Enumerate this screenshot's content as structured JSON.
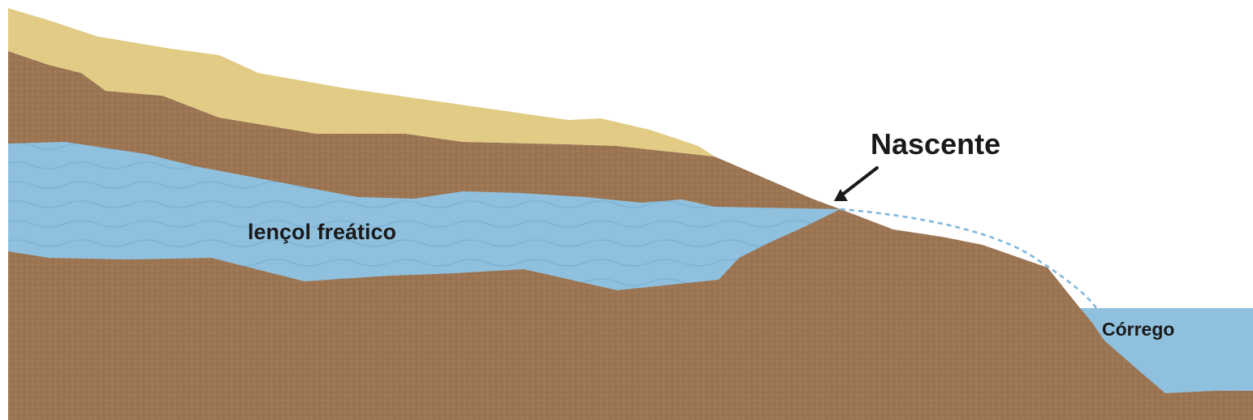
{
  "labels": {
    "nascente": "Nascente",
    "lencol": "lençol freático",
    "corrego": "Córrego"
  },
  "colors": {
    "soil": "#9c7553",
    "soil_light": "#a8825e",
    "sand": "#e2cb84",
    "water": "#8fc1df",
    "water_wave": "#7fb3d3",
    "flow_dash": "#7fb8dc",
    "arrow": "#1a1a1a"
  },
  "icons": {
    "arrow": "arrow-down-left-icon"
  }
}
